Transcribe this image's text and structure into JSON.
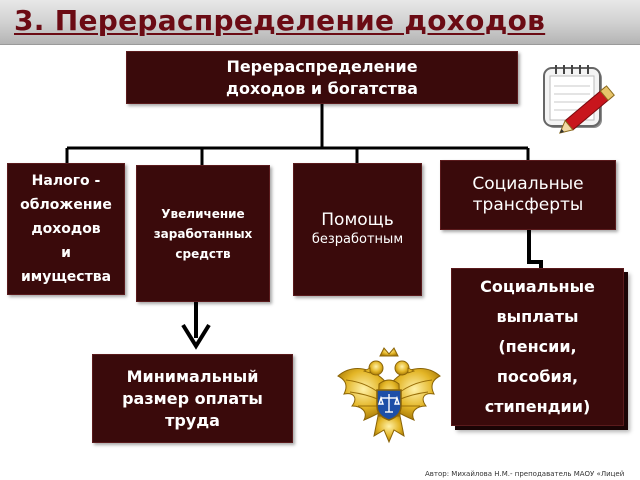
{
  "slide": {
    "title": "3. Перераспределение доходов",
    "footer": "Автор: Михайлова Н.М.- преподаватель МАОУ «Лицей"
  },
  "diagram": {
    "root": {
      "line1": "Перераспределение",
      "line2": "доходов и богатства"
    },
    "branches": {
      "taxation": {
        "lines": [
          "Налого -",
          "обложение",
          "доходов",
          "и",
          "имущества"
        ]
      },
      "wages": {
        "lines": [
          "Увеличение",
          "заработанных",
          "средств"
        ]
      },
      "unemployment": {
        "lines": [
          "Помощь",
          "безработным"
        ]
      },
      "transfers": {
        "lines": [
          "Социальные",
          "трансферты"
        ]
      }
    },
    "min_wage": {
      "lines": [
        "Минимальный",
        "размер оплаты",
        "труда"
      ]
    },
    "social_payments": {
      "lines": [
        "Социальные",
        "выплаты",
        "(пенсии,",
        "пособия,",
        "стипендии)"
      ]
    }
  },
  "icons": {
    "notepad": "notepad-pencil-icon",
    "emblem": "double-headed-eagle-emblem-icon"
  },
  "colors": {
    "box": "#3a0a0b",
    "title_text": "#6b0b14",
    "connector": "#000000"
  }
}
